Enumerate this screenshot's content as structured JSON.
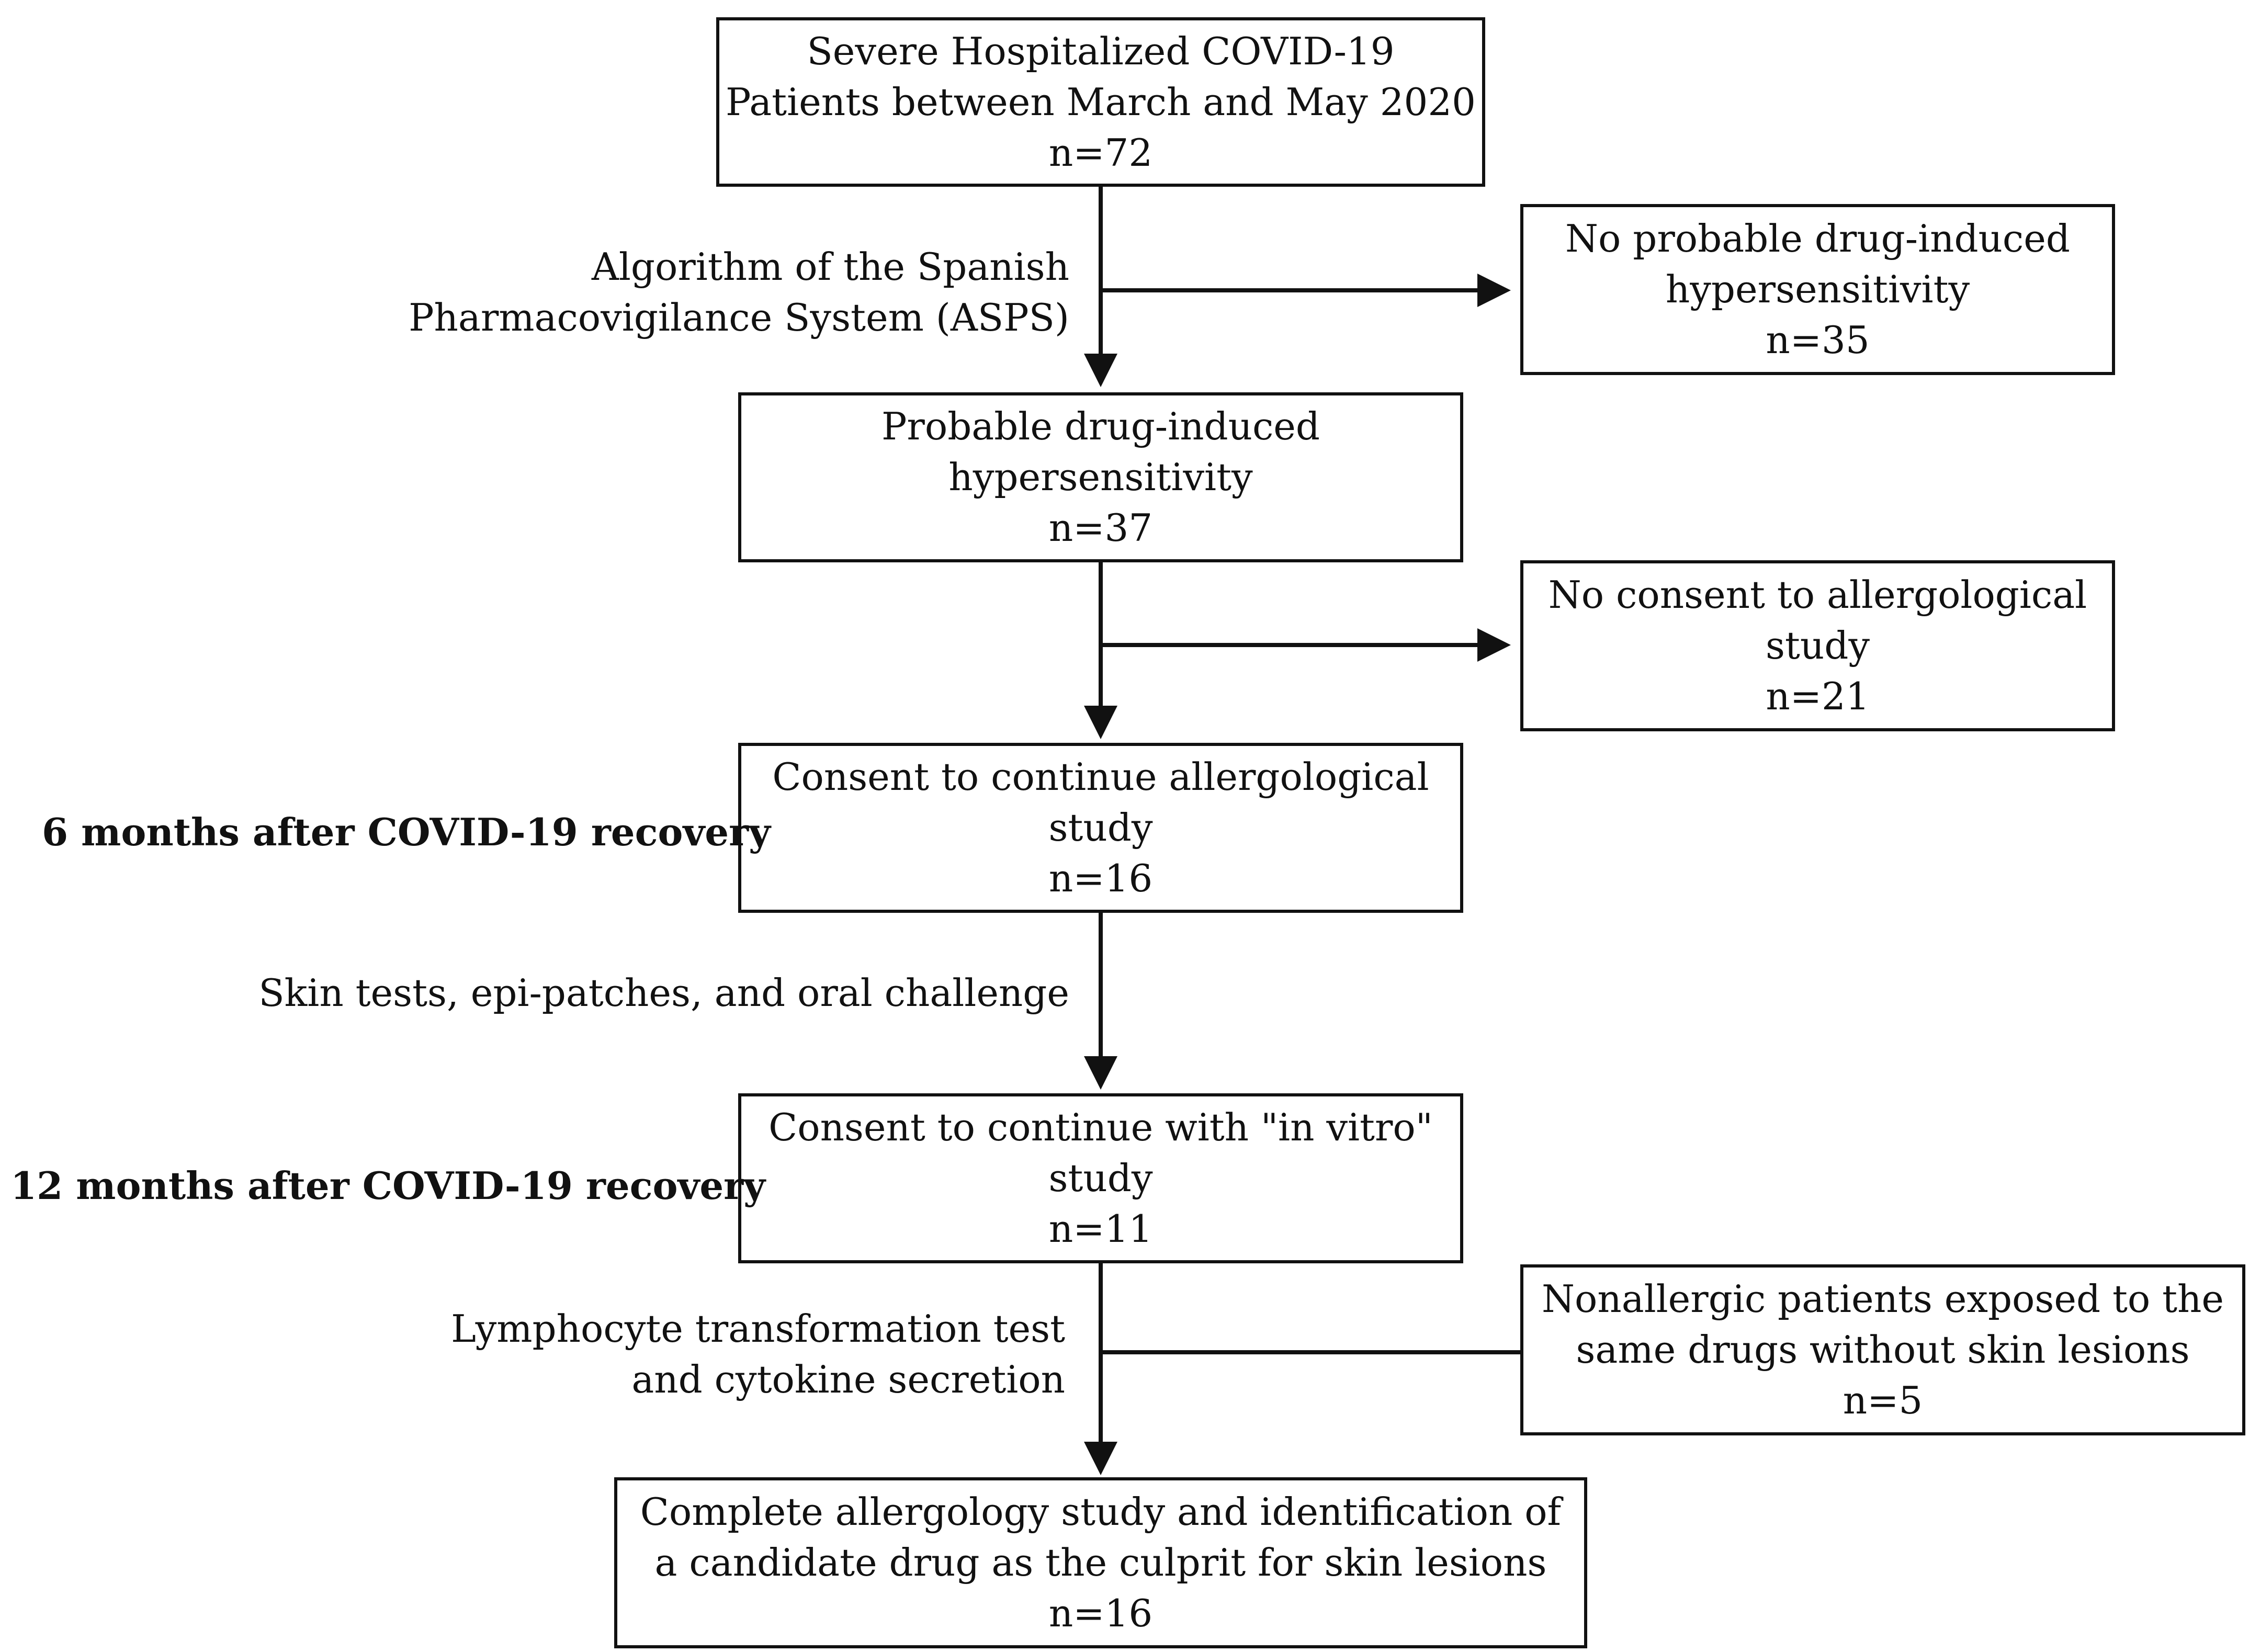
{
  "boxes": {
    "start": {
      "lines": [
        "Severe Hospitalized COVID-19",
        "Patients between March and May 2020",
        "n=72"
      ]
    },
    "excl_asps": {
      "lines": [
        "No probable drug-induced",
        "hypersensitivity",
        "n=35"
      ]
    },
    "probable": {
      "lines": [
        "Probable drug-induced",
        "hypersensitivity",
        "n=37"
      ]
    },
    "excl_consent": {
      "lines": [
        "No consent to allergological",
        "study",
        "n=21"
      ]
    },
    "consent": {
      "lines": [
        "Consent to continue allergological",
        "study",
        "n=16"
      ]
    },
    "invitro": {
      "lines": [
        "Consent to continue with \"in vitro\"",
        "study",
        "n=11"
      ]
    },
    "controls": {
      "lines": [
        "Nonallergic patients exposed to the",
        "same drugs without skin lesions",
        "n=5"
      ]
    },
    "complete": {
      "lines": [
        "Complete allergology study and identification of",
        "a candidate drug as the culprit for skin lesions",
        "n=16"
      ]
    }
  },
  "labels": {
    "asps": [
      "Algorithm of the Spanish",
      "Pharmacovigilance System (ASPS)"
    ],
    "skin_tests": [
      "Skin tests, epi-patches, and oral challenge"
    ],
    "ltt": [
      "Lymphocyte transformation test",
      "and cytokine secretion"
    ],
    "six_months": "6 months after COVID-19 recovery",
    "twelve_months": "12 months after COVID-19 recovery"
  }
}
